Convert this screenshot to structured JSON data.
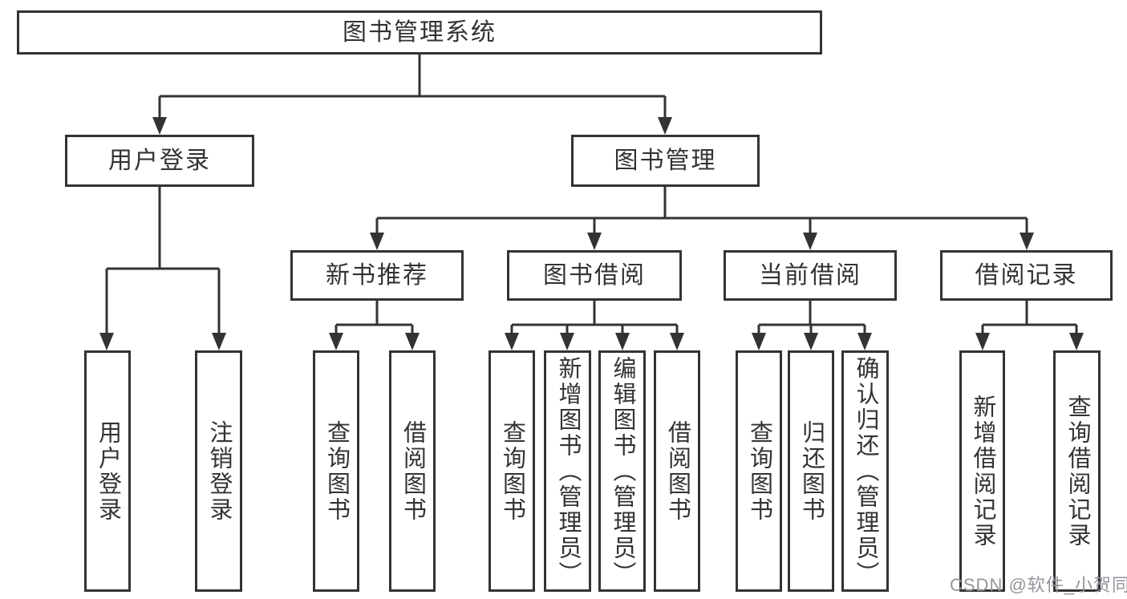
{
  "tree": {
    "root": {
      "label": "图书管理系统"
    },
    "level2": [
      {
        "label": "用户登录"
      },
      {
        "label": "图书管理"
      }
    ],
    "level3": [
      {
        "label": "新书推荐",
        "parent": "图书管理"
      },
      {
        "label": "图书借阅",
        "parent": "图书管理"
      },
      {
        "label": "当前借阅",
        "parent": "图书管理"
      },
      {
        "label": "借阅记录",
        "parent": "图书管理"
      }
    ],
    "leaves": [
      {
        "label": "用户登录",
        "parent": "用户登录"
      },
      {
        "label": "注销登录",
        "parent": "用户登录"
      },
      {
        "label": "查询图书",
        "parent": "新书推荐"
      },
      {
        "label": "借阅图书",
        "parent": "新书推荐"
      },
      {
        "label": "查询图书",
        "parent": "图书借阅"
      },
      {
        "label": "新增图书（管理员）",
        "parent": "图书借阅"
      },
      {
        "label": "编辑图书（管理员）",
        "parent": "图书借阅"
      },
      {
        "label": "借阅图书",
        "parent": "图书借阅"
      },
      {
        "label": "查询图书",
        "parent": "当前借阅"
      },
      {
        "label": "归还图书",
        "parent": "当前借阅"
      },
      {
        "label": "确认归还（管理员）",
        "parent": "当前借阅"
      },
      {
        "label": "新增借阅记录",
        "parent": "借阅记录"
      },
      {
        "label": "查询借阅记录",
        "parent": "借阅记录"
      }
    ]
  },
  "watermark": {
    "text": "CSDN @软件_小贺同学"
  },
  "colors": {
    "line": "#333333",
    "text": "#333333",
    "watermark": "#92959b",
    "background": "#ffffff"
  }
}
